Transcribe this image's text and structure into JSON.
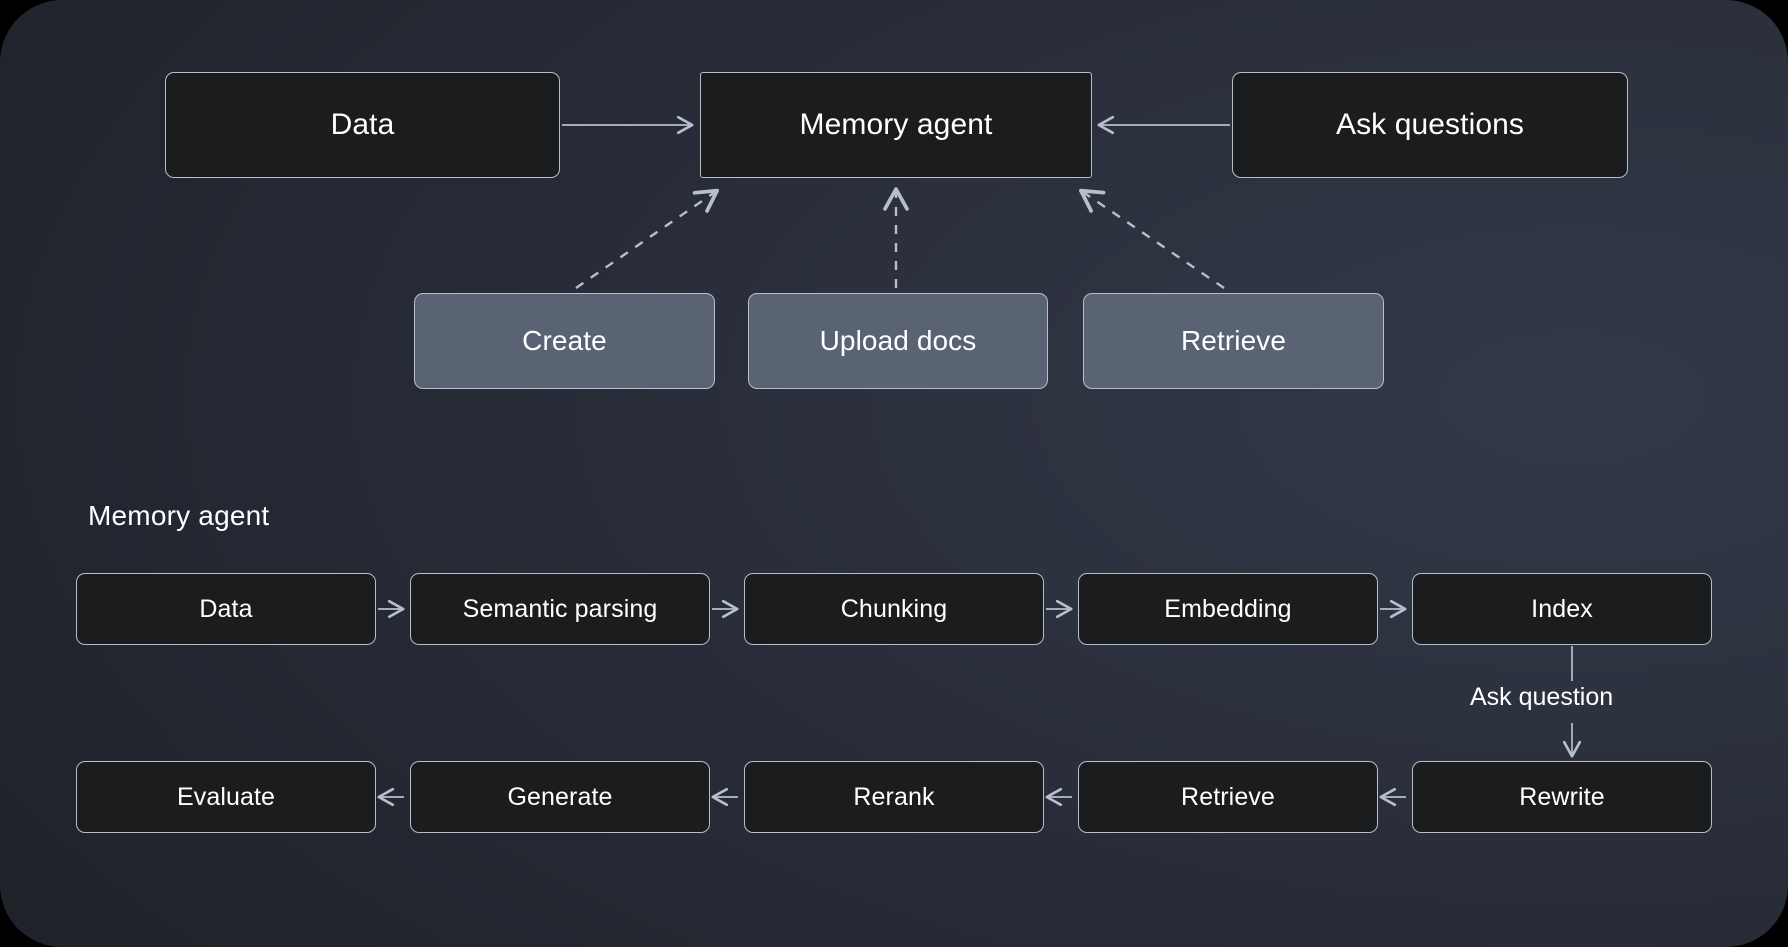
{
  "diagram": {
    "background_color": "#2a2f3b",
    "node_dark_fill": "#1b1c1e",
    "node_gray_fill": "#5a6373",
    "stroke_color": "#b6bfcd",
    "text_color": "#ffffff",
    "top_section": {
      "nodes": [
        {
          "id": "data",
          "label": "Data",
          "style": "dark"
        },
        {
          "id": "memory-agent",
          "label": "Memory agent",
          "style": "dark"
        },
        {
          "id": "ask-questions",
          "label": "Ask questions",
          "style": "dark"
        },
        {
          "id": "create",
          "label": "Create",
          "style": "gray"
        },
        {
          "id": "upload-docs",
          "label": "Upload docs",
          "style": "gray"
        },
        {
          "id": "retrieve",
          "label": "Retrieve",
          "style": "gray"
        }
      ],
      "edges": [
        {
          "from": "data",
          "to": "memory-agent",
          "style": "solid",
          "direction": "right"
        },
        {
          "from": "ask-questions",
          "to": "memory-agent",
          "style": "solid",
          "direction": "left"
        },
        {
          "from": "create",
          "to": "memory-agent",
          "style": "dashed",
          "direction": "up-right"
        },
        {
          "from": "upload-docs",
          "to": "memory-agent",
          "style": "dashed",
          "direction": "up"
        },
        {
          "from": "retrieve",
          "to": "memory-agent",
          "style": "dashed",
          "direction": "up-left"
        }
      ]
    },
    "pipeline_section": {
      "title": "Memory agent",
      "row_one": [
        {
          "id": "data",
          "label": "Data"
        },
        {
          "id": "semantic-parsing",
          "label": "Semantic parsing"
        },
        {
          "id": "chunking",
          "label": "Chunking"
        },
        {
          "id": "embedding",
          "label": "Embedding"
        },
        {
          "id": "index",
          "label": "Index"
        }
      ],
      "row_two": [
        {
          "id": "evaluate",
          "label": "Evaluate"
        },
        {
          "id": "generate",
          "label": "Generate"
        },
        {
          "id": "rerank",
          "label": "Rerank"
        },
        {
          "id": "retrieve",
          "label": "Retrieve"
        },
        {
          "id": "rewrite",
          "label": "Rewrite"
        }
      ],
      "connector_label": "Ask question",
      "row_one_flow": "left-to-right",
      "row_two_flow": "right-to-left"
    }
  }
}
